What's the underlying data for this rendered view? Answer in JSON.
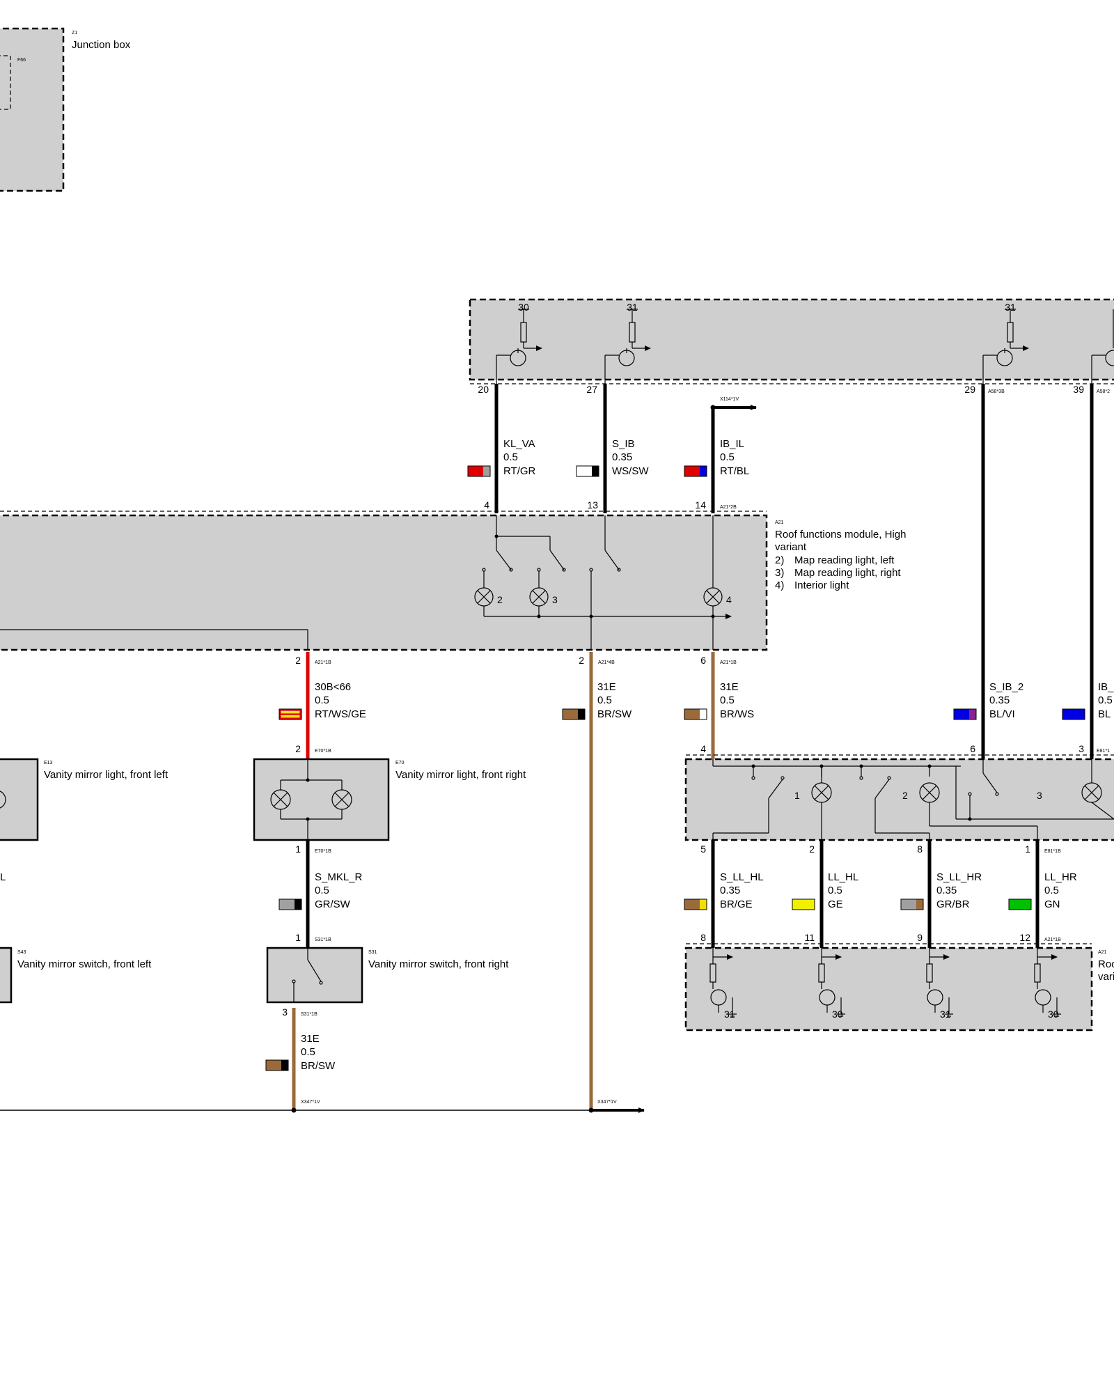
{
  "components": {
    "z1": {
      "ref": "Z1",
      "name": "Junction box",
      "inner_ref": "F66"
    },
    "a58": {
      "t30": "30",
      "t31a": "31",
      "t31b": "31",
      "pin20": "20",
      "pin27": "27",
      "pin29": "29",
      "pin39": "39",
      "conn29": "A58*3B",
      "conn39": "A58*2"
    },
    "a21": {
      "ref": "A21",
      "title_line1": "Roof functions module, High",
      "title_line2": "variant",
      "items": [
        {
          "num": "2)",
          "text": "Map reading light, left"
        },
        {
          "num": "3)",
          "text": "Map reading light, right"
        },
        {
          "num": "4)",
          "text": "Interior light"
        }
      ],
      "lamp2": "2",
      "lamp3": "3",
      "lamp4": "4",
      "pin4": "4",
      "pin13": "13",
      "pin14": "14",
      "conn_top": "A21*2B",
      "pin2a": "2",
      "conn_b1": "A21*1B",
      "pin2b": "2",
      "conn_b2": "A21*4B",
      "pin6": "6",
      "conn_b3": "A21*1B"
    },
    "x114": {
      "ref": "X114*1V"
    },
    "e13": {
      "ref": "E13",
      "name": "Vanity mirror light, front left"
    },
    "e70": {
      "ref": "E70",
      "name": "Vanity mirror light, front right",
      "pin_top": "2",
      "conn_top": "E70*1B",
      "pin_bot": "1",
      "conn_bot": "E70*1B"
    },
    "s43": {
      "ref": "S43",
      "name": "Vanity mirror switch, front left"
    },
    "s31": {
      "ref": "S31",
      "name": "Vanity mirror switch, front right",
      "pin_top": "1",
      "conn_top": "S31*1B",
      "pin_bot": "3",
      "conn_bot": "S31*1B"
    },
    "e81": {
      "pin4": "4",
      "pin6": "6",
      "pin3": "3",
      "conn": "E81*1",
      "lamp1": "1",
      "lamp2": "2",
      "lamp3": "3",
      "pin5": "5",
      "pin2": "2",
      "pin8": "8",
      "pin1": "1",
      "conn_bot": "E81*1B"
    },
    "a21b": {
      "ref": "A21",
      "name_part1": "Roo",
      "name_part2": "vari",
      "pin8": "8",
      "pin11": "11",
      "pin9": "9",
      "pin12": "12",
      "conn": "A21*1B",
      "g1": "31",
      "g2": "30",
      "g3": "31",
      "g4": "30"
    },
    "x347": {
      "ref1": "X347*1V",
      "ref2": "X347*1V"
    }
  },
  "wires": {
    "kl_va": {
      "signal": "KL_VA",
      "size": "0.5",
      "color": "RT/GR",
      "c1": "#e00000",
      "c2": "#a0a0a0"
    },
    "s_ib": {
      "signal": "S_IB",
      "size": "0.35",
      "color": "WS/SW",
      "c1": "#ffffff",
      "c2": "#000000"
    },
    "ib_il": {
      "signal": "IB_IL",
      "size": "0.5",
      "color": "RT/BL",
      "c1": "#e00000",
      "c2": "#0000e0"
    },
    "w30b": {
      "signal": "30B<66",
      "size": "0.5",
      "color": "RT/WS/GE",
      "c1": "#e00000",
      "c2": "#ffffff",
      "c3": "#f0e000"
    },
    "w31e_a": {
      "signal": "31E",
      "size": "0.5",
      "color": "BR/SW",
      "c1": "#9a6a3a",
      "c2": "#000000"
    },
    "w31e_b": {
      "signal": "31E",
      "size": "0.5",
      "color": "BR/WS",
      "c1": "#9a6a3a",
      "c2": "#ffffff"
    },
    "s_ib_2": {
      "signal": "S_IB_2",
      "size": "0.35",
      "color": "BL/VI",
      "c1": "#0000e0",
      "c2": "#8a2090"
    },
    "ib_r": {
      "signal": "IB_",
      "size": "0.5",
      "color": "BL",
      "c1": "#0000e0"
    },
    "s_mkl_r": {
      "signal": "S_MKL_R",
      "size": "0.5",
      "color": "GR/SW",
      "c1": "#a0a0a0",
      "c2": "#000000"
    },
    "s_mkl_l": {
      "signal": "L"
    },
    "w31e_c": {
      "signal": "31E",
      "size": "0.5",
      "color": "BR/SW",
      "c1": "#9a6a3a",
      "c2": "#000000"
    },
    "s_ll_hl": {
      "signal": "S_LL_HL",
      "size": "0.35",
      "color": "BR/GE",
      "c1": "#9a6a3a",
      "c2": "#f0e000"
    },
    "ll_hl": {
      "signal": "LL_HL",
      "size": "0.5",
      "color": "GE",
      "c1": "#f0f000"
    },
    "s_ll_hr": {
      "signal": "S_LL_HR",
      "size": "0.35",
      "color": "GR/BR",
      "c1": "#a0a0a0",
      "c2": "#9a6a3a"
    },
    "ll_hr": {
      "signal": "LL_HR",
      "size": "0.5",
      "color": "GN",
      "c1": "#00c000"
    }
  },
  "colors": {
    "module_fill": "#cfcfcf",
    "wire_red": "#e00000",
    "wire_brown": "#9a6a3a"
  }
}
